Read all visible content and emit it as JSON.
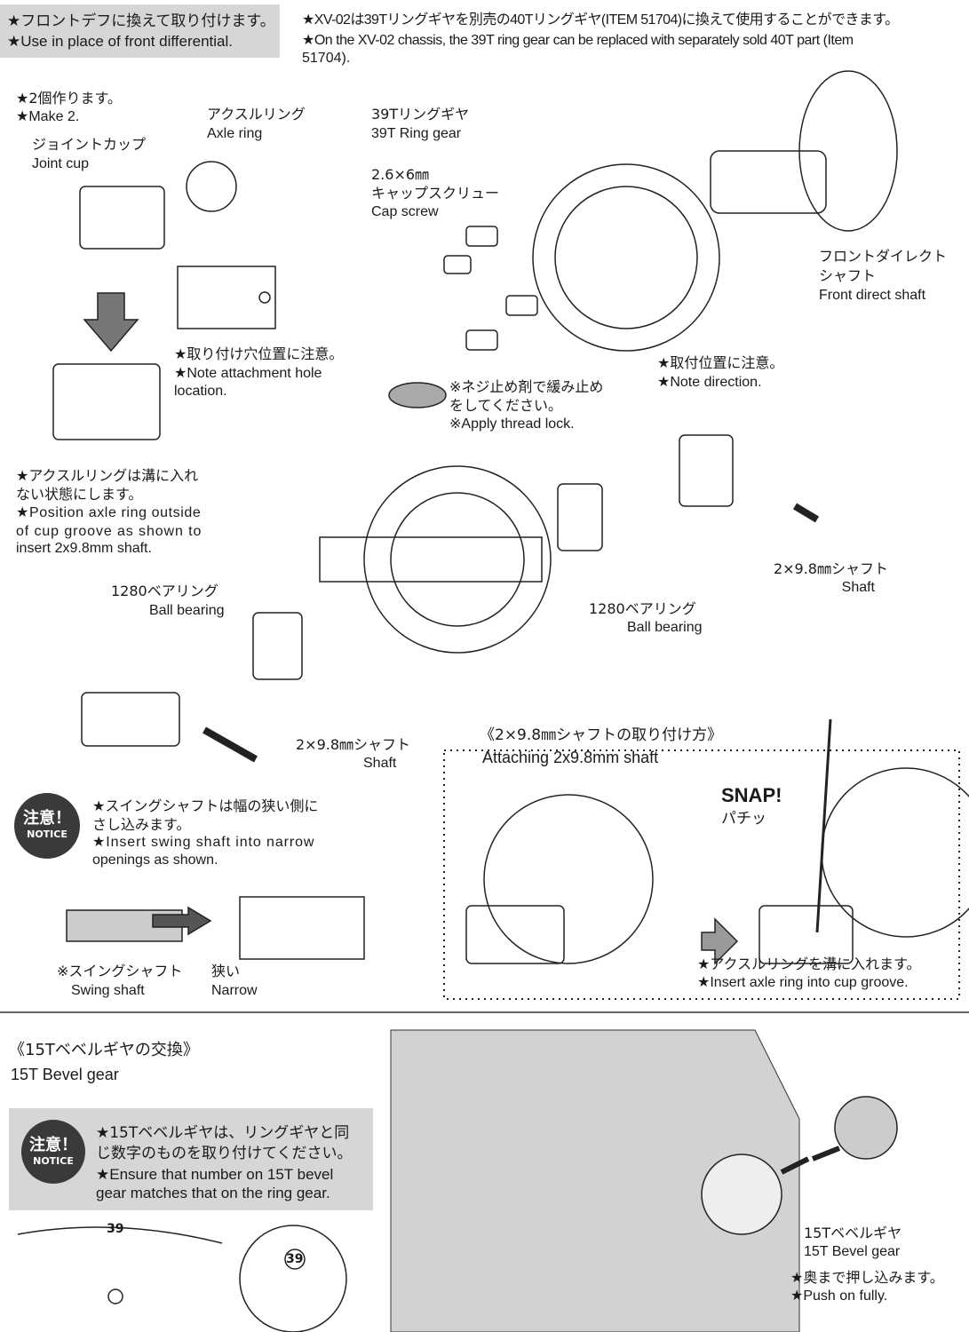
{
  "header": {
    "left_jp": "★フロントデフに換えて取り付けます。",
    "left_en": "★Use in place of front differential.",
    "right_jp": "★XV-02は39Tリングギヤを別売の40Tリングギヤ(ITEM 51704)に換えて使用することができます。",
    "right_en1": "★On the XV-02 chassis, the 39T ring gear can be replaced with separately sold 40T part (Item",
    "right_en2": "51704)."
  },
  "step1": {
    "make_jp": "★2個作ります。",
    "make_en": "★Make 2.",
    "joint_jp": "ジョイントカップ",
    "joint_en": "Joint cup",
    "axle_jp": "アクスルリング",
    "axle_en": "Axle ring",
    "hole_jp": "★取り付け穴位置に注意。",
    "hole_en1": "★Note attachment hole",
    "hole_en2": "location.",
    "ring_jp": "39Tリングギヤ",
    "ring_en": "39T Ring gear",
    "screw_size": "2.6×6㎜",
    "screw_jp": "キャップスクリュー",
    "screw_en": "Cap screw",
    "front_jp1": "フロントダイレクト",
    "front_jp2": "シャフト",
    "front_en": "Front direct shaft",
    "lock_jp1": "※ネジ止め剤で緩み止め",
    "lock_jp2": "をしてください。",
    "lock_en": "※Apply thread lock.",
    "dir_jp": "★取付位置に注意。",
    "dir_en": "★Note direction."
  },
  "step2": {
    "pos_jp1": "★アクスルリングは溝に入れ",
    "pos_jp2": "ない状態にします。",
    "pos_en1": "★Position axle ring outside",
    "pos_en2": "of cup groove as shown to",
    "pos_en3": "insert 2x9.8mm shaft.",
    "shaft_jp": "2×9.8㎜シャフト",
    "shaft_en": "Shaft",
    "bearing_jp": "1280ベアリング",
    "bearing_en": "Ball bearing"
  },
  "notice": {
    "badge_jp": "注意！",
    "badge_en": "NOTICE",
    "swing_jp1": "★スイングシャフトは幅の狭い側に",
    "swing_jp2": "さし込みます。",
    "swing_en1": "★Insert swing shaft into narrow",
    "swing_en2": "openings as shown.",
    "swingshaft_jp": "※スイングシャフト",
    "swingshaft_en": "Swing shaft",
    "narrow_jp": "狭い",
    "narrow_en": "Narrow"
  },
  "attach": {
    "title_jp": "《2×9.8㎜シャフトの取り付け方》",
    "title_en": "Attaching 2x9.8mm shaft",
    "snap_en": "SNAP!",
    "snap_jp": "パチッ",
    "insert_jp": "★アクスルリングを溝に入れます。",
    "insert_en": "★Insert axle ring into cup groove."
  },
  "bevel": {
    "title_jp": "《15Tベベルギヤの交換》",
    "title_en": "15T Bevel gear",
    "notice_jp1": "★15Tベベルギヤは、リングギヤと同",
    "notice_jp2": "じ数字のものを取り付けてください。",
    "notice_en1": "★Ensure that number on 15T bevel",
    "notice_en2": "gear matches that on the ring gear.",
    "num": "39",
    "gear_jp": "15Tベベルギヤ",
    "gear_en": "15T Bevel gear",
    "push_jp": "★奥まで押し込みます。",
    "push_en": "★Push on fully."
  }
}
